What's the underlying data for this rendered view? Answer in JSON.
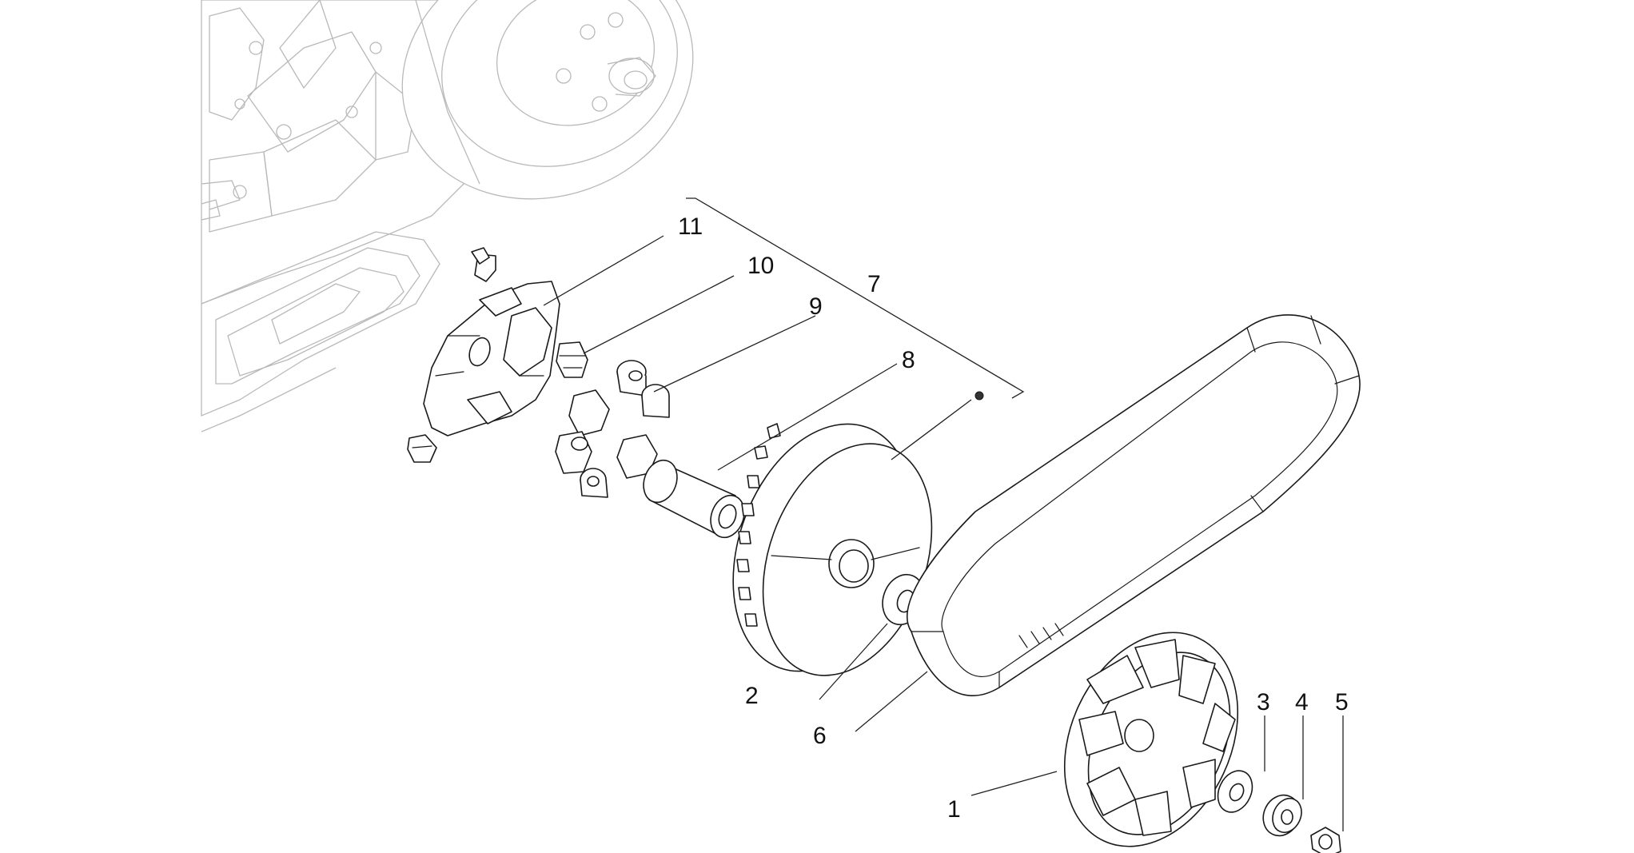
{
  "diagram": {
    "callouts": [
      {
        "id": "c1",
        "label": "1"
      },
      {
        "id": "c2",
        "label": "2"
      },
      {
        "id": "c3",
        "label": "3"
      },
      {
        "id": "c4",
        "label": "4"
      },
      {
        "id": "c5",
        "label": "5"
      },
      {
        "id": "c6",
        "label": "6"
      },
      {
        "id": "c7",
        "label": "7"
      },
      {
        "id": "c8",
        "label": "8"
      },
      {
        "id": "c9",
        "label": "9"
      },
      {
        "id": "c10",
        "label": "10"
      },
      {
        "id": "c11",
        "label": "11"
      }
    ]
  },
  "colors": {
    "line": "#1a1a1a",
    "ghost_line": "#b9b9b9",
    "background": "#ffffff"
  }
}
